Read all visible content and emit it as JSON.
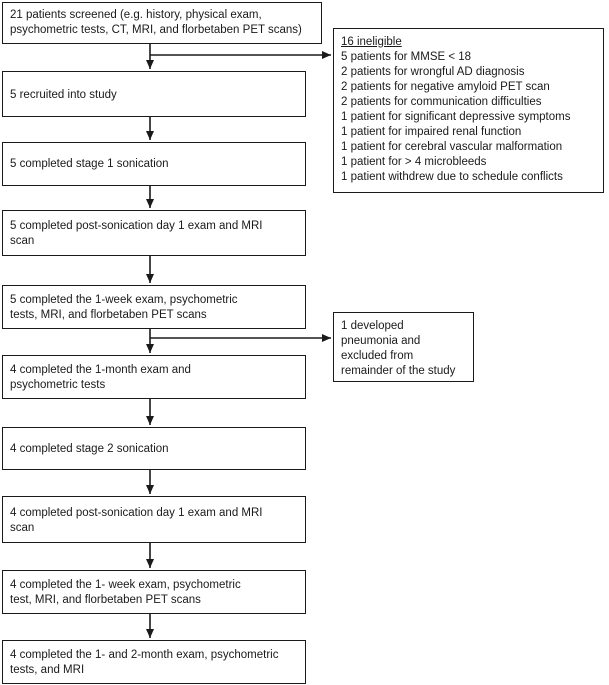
{
  "steps": {
    "s1": "21 patients screened (e.g. history, physical exam,\npsychometric tests, CT, MRI, and florbetaben PET scans)",
    "s2": "5 recruited into study",
    "s3": "5 completed stage 1 sonication",
    "s4": "5 completed post-sonication day 1 exam and MRI\nscan",
    "s5": "5 completed the 1-week exam, psychometric\ntests, MRI, and florbetaben PET scans",
    "s6": "4 completed the 1-month exam and\npsychometric tests",
    "s7": "4 completed stage 2 sonication",
    "s8": "4 completed post-sonication day 1 exam and MRI\nscan",
    "s9": "4 completed the 1- week exam, psychometric\ntest, MRI, and florbetaben PET scans",
    "s10": "4 completed the 1- and 2-month exam, psychometric\ntests, and MRI"
  },
  "ineligible": {
    "heading": "16 ineligible",
    "reasons": [
      "5 patients for MMSE < 18",
      "2 patients for wrongful AD diagnosis",
      "2 patients for negative amyloid PET scan",
      "2 patients for communication difficulties",
      "1 patient for significant depressive symptoms",
      "1 patient for impaired renal function",
      "1 patient for cerebral vascular malformation",
      "1 patient for > 4 microbleeds",
      "1 patient withdrew due to schedule conflicts"
    ]
  },
  "exclusion_note": "1 developed\npneumonia and\nexcluded from\nremainder of the study"
}
